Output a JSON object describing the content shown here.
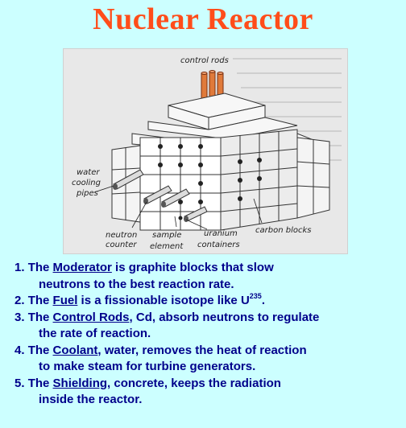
{
  "title": "Nuclear Reactor",
  "figure": {
    "labels": {
      "control_rods": "control rods",
      "water_cooling_pipes_1": "water",
      "water_cooling_pipes_2": "cooling",
      "water_cooling_pipes_3": "pipes",
      "neutron_counter_1": "neutron",
      "neutron_counter_2": "counter",
      "sample_element_1": "sample",
      "sample_element_2": "element",
      "uranium_containers_1": "uranium",
      "uranium_containers_2": "containers",
      "carbon_blocks": "carbon blocks"
    }
  },
  "items": [
    {
      "num": "1.",
      "pre": "The",
      "key": "Moderator",
      "post": "is graphite blocks that slow",
      "cont": "neutrons to the best reaction rate."
    },
    {
      "num": "2.",
      "pre": "The",
      "key": "Fuel",
      "post": "is a fissionable isotope like U",
      "sup": "235",
      "end": "."
    },
    {
      "num": "3.",
      "pre": "The",
      "key": "Control Rods",
      "post": ", Cd, absorb neutrons to regulate",
      "cont": "the rate of reaction."
    },
    {
      "num": "4.",
      "pre": "The",
      "key": "Coolant",
      "post": ", water, removes the heat of reaction",
      "cont": "to make steam for turbine generators."
    },
    {
      "num": "5.",
      "pre": "The",
      "key": "Shielding",
      "post": ", concrete, keeps the radiation",
      "cont": "inside the reactor."
    }
  ],
  "colors": {
    "background": "#ccffff",
    "title": "#ff4d1a",
    "text": "#00008b",
    "rods": "#e07a3a"
  }
}
